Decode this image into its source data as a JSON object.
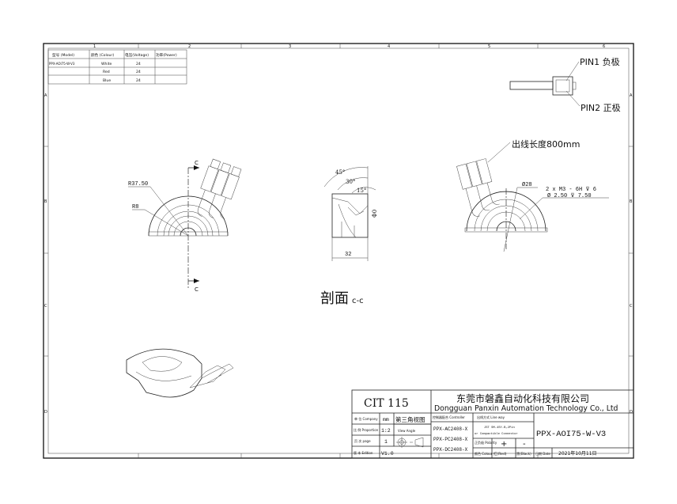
{
  "border": {
    "columns": [
      "1",
      "2",
      "3",
      "4",
      "5",
      "6"
    ],
    "rows": [
      "A",
      "B",
      "C",
      "D"
    ]
  },
  "spec_table": {
    "headers": [
      "型号 (Model)",
      "颜色 (Colour)",
      "电压(Voltage)",
      "功率(Power)"
    ],
    "rows": [
      {
        "model": "PPX-AOI75-W-V3",
        "colour": "White",
        "voltage": "24",
        "power": ""
      },
      {
        "model": "",
        "colour": "Red",
        "voltage": "24",
        "power": ""
      },
      {
        "model": "",
        "colour": "Blue",
        "voltage": "24",
        "power": ""
      }
    ]
  },
  "front_view": {
    "r_outer": "R37.50",
    "r_inner": "R8",
    "section_mark_top": "C",
    "section_mark_bottom": "C"
  },
  "section_view": {
    "angle1": "45°",
    "angle2": "30°",
    "angle3": "15°",
    "height": "Φ0",
    "width": "32",
    "label": "剖面",
    "label_suffix": "c-c"
  },
  "connector": {
    "pin1": "PIN1 负极",
    "pin2": "PIN2 正极"
  },
  "right_view": {
    "cable_length": "出线长度800mm",
    "diameter": "Ø28",
    "holes_line1": "2 x  M3 - 6H ⊽ 6",
    "holes_line2": "Ø 2.50 ⊽ 7.50"
  },
  "title_block": {
    "code": "CIT 115",
    "company_cn": "东莞市磐鑫自动化科技有限公司",
    "company_en": "Dongguan Panxin Automation Technology Co., Ltd",
    "unit_label": "单 位 Company",
    "unit_value": "mm",
    "scale_label": "比 例 Proportion",
    "scale_value": "1:2",
    "page_label": "页 次 page",
    "page_value": "1",
    "edition_label": "版 本 Edition",
    "edition_value": "V1.0",
    "view_cn": "第三角视图",
    "view_en": "View Angle",
    "controller_label": "控制器配合 Controller",
    "controllers": [
      "PPX-AC2408-X",
      "PPX-PC2408-X",
      "PPX-DC2408-X"
    ],
    "lineway_label": "出线方式 Line way",
    "lineway_line1": "JST SM-4SY-B,2Pin",
    "lineway_line2": "or Compactible Connector",
    "polarity_label": "正负极 Polarity",
    "polarity_plus": "+",
    "polarity_minus": "-",
    "colour_label": "颜色 Colour",
    "colour_plus": "红(Red)",
    "colour_minus": "黑(Black)",
    "part_number": "PPX-AOI75-W-V3",
    "date_label": "日期 Date",
    "date_value": "2021年10月11日"
  }
}
